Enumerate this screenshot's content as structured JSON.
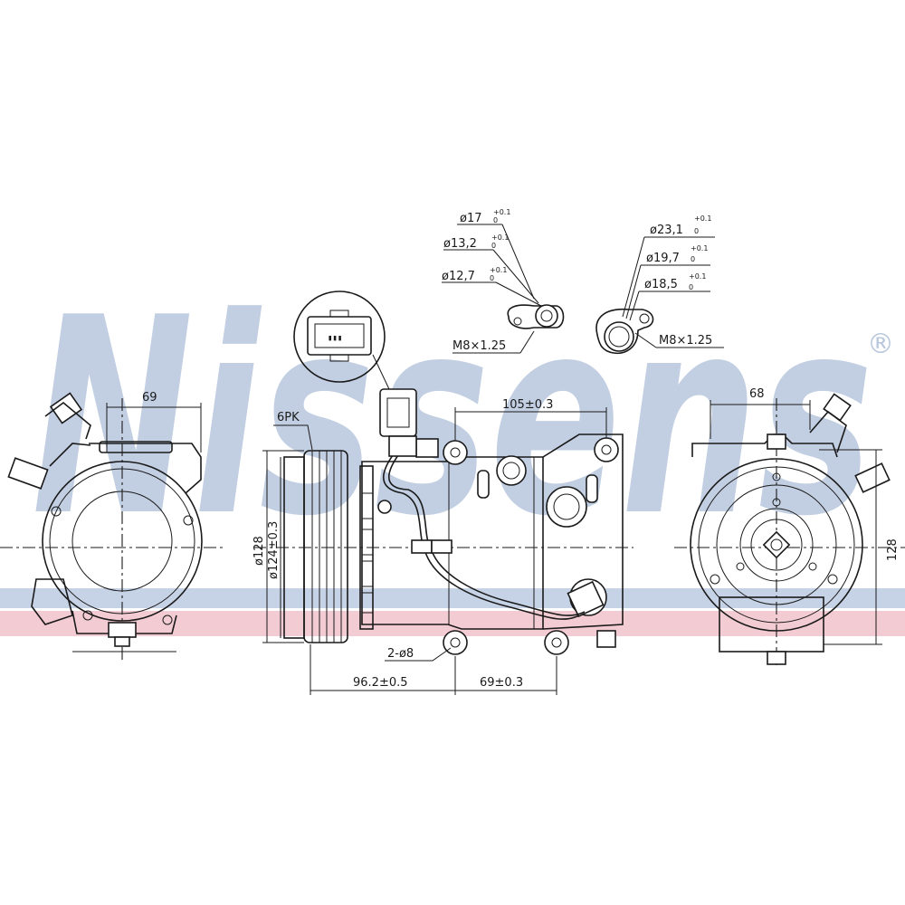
{
  "watermark": {
    "text": "Nissens",
    "registered": "®",
    "color_blue": "#b8c7dd",
    "color_pink": "#f3cbd3"
  },
  "left_view": {
    "width_dim": "69"
  },
  "side_view": {
    "belt_label": "6PK",
    "dia_outer": "ø128",
    "dia_pulley": "ø124±0.3",
    "dim_top": "105±0.3",
    "dim_bottom_left": "96.2±0.5",
    "dim_bottom_right": "69±0.3",
    "holes": "2-ø8"
  },
  "connector": {
    "pins": "▮▮▮"
  },
  "suction_port": {
    "d1": "ø17",
    "d1_tol_up": "+0.1",
    "d1_tol_low": "0",
    "d2": "ø13,2",
    "d2_tol_up": "+0.1",
    "d2_tol_low": "0",
    "d3": "ø12,7",
    "d3_tol_up": "+0.1",
    "d3_tol_low": "0",
    "thread": "M8×1.25"
  },
  "discharge_port": {
    "d1": "ø23,1",
    "d1_tol_up": "+0.1",
    "d1_tol_low": "0",
    "d2": "ø19,7",
    "d2_tol_up": "+0.1",
    "d2_tol_low": "0",
    "d3": "ø18,5",
    "d3_tol_up": "+0.1",
    "d3_tol_low": "0",
    "thread": "M8×1.25"
  },
  "right_view": {
    "width_dim": "68",
    "height_dim": "128"
  }
}
